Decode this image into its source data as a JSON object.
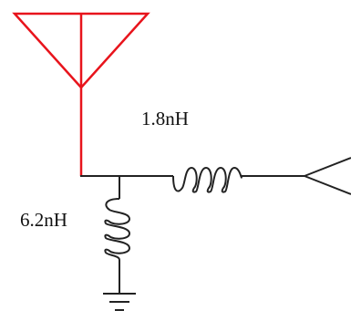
{
  "components": {
    "antenna": {
      "icon": "antenna-symbol",
      "color": "#e8141c"
    },
    "series_inductor": {
      "value": "1.8nH",
      "icon": "inductor-coil"
    },
    "shunt_inductor": {
      "value": "6.2nH",
      "icon": "inductor-coil"
    },
    "ground": {
      "icon": "ground-symbol"
    },
    "port": {
      "icon": "port-arrow"
    }
  },
  "colors": {
    "antenna": "#e8141c",
    "wire": "#222222"
  }
}
